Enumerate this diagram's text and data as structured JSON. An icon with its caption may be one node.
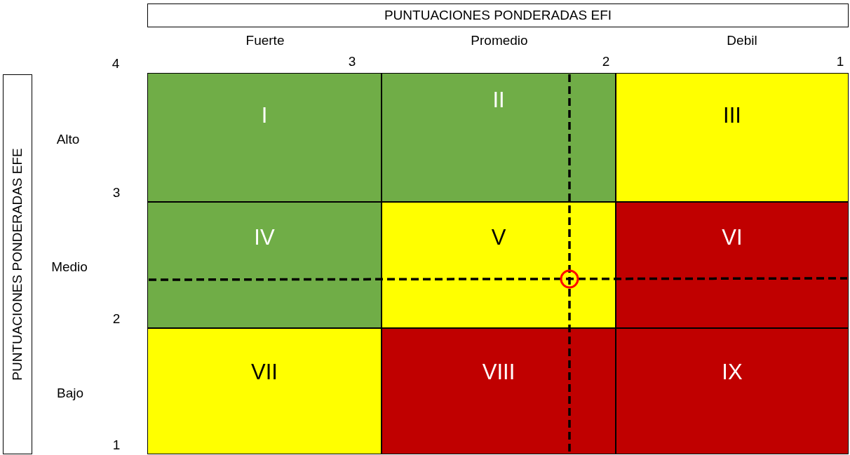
{
  "diagram": {
    "nodes": [
      {
        "text": [
          "PUNTUACIONES PONDERADAS EFI"
        ]
      },
      {
        "text": [
          "PUNTUACIONES PONDERADAS EFE"
        ]
      },
      {
        "text": [
          "I"
        ]
      },
      {
        "text": [
          "II"
        ]
      },
      {
        "text": [
          "III"
        ]
      },
      {
        "text": [
          "IV"
        ]
      },
      {
        "text": [
          "V"
        ]
      },
      {
        "text": [
          "VI"
        ]
      },
      {
        "text": [
          "VII"
        ]
      },
      {
        "text": [
          "VIII"
        ]
      },
      {
        "text": [
          "IX"
        ]
      }
    ],
    "edges": [],
    "labels": [
      "Fuerte",
      "Promedio",
      "Debil",
      "4",
      "3",
      "2",
      "1",
      "Alto",
      "3",
      "Medio",
      "2",
      "Bajo",
      "1"
    ]
  }
}
